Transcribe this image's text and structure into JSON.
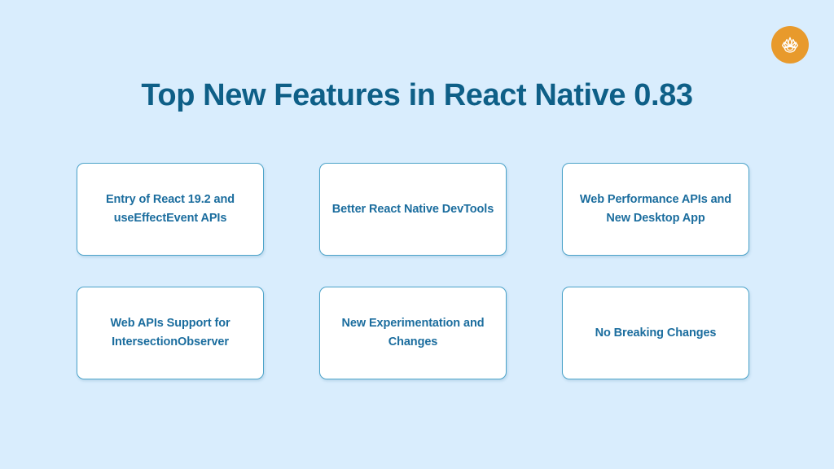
{
  "slide": {
    "background_color": "#d9edfd",
    "title": "Top New Features in React Native 0.83",
    "title_color": "#0e5f87"
  },
  "logo": {
    "name": "lotus-flower-logo",
    "shape": "circle",
    "background_color": "#e89a2c",
    "mark_color": "#ffffff"
  },
  "cards": {
    "border_color": "#4ca3c9",
    "fill_color": "#ffffff",
    "text_color": "#1b6d9e",
    "items": [
      {
        "label": "Entry of React 19.2 and useEffectEvent APIs"
      },
      {
        "label": "Better React Native DevTools"
      },
      {
        "label": "Web Performance APIs and New Desktop App"
      },
      {
        "label": "Web APIs Support for IntersectionObserver"
      },
      {
        "label": "New Experimentation and Changes"
      },
      {
        "label": "No Breaking Changes"
      }
    ]
  }
}
